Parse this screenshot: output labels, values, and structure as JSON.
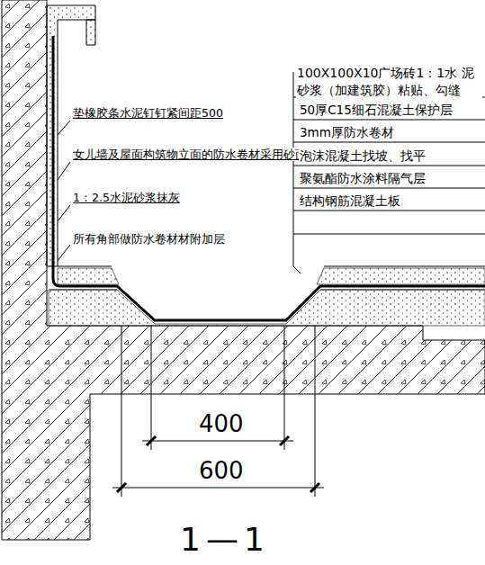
{
  "diagram": {
    "title": "1—1",
    "labels": [
      "垫橡胶条水泥钉钉紧间距500",
      "女儿墙及屋面构筑物立面的防水卷材采用砂面",
      "1：2.5水泥砂浆抹灰",
      "所有角部做防水卷材材附加层",
      "100X100X10广场砖1：1水 泥砂浆（加建筑胶）粘贴、勾缝",
      "50厚C15细石混凝土保护层",
      "3mm厚防水卷材",
      "泡沫混凝土找坡、找平",
      "聚氨酯防水涂料隔气层",
      "结构钢筋混凝土板",
      "400",
      "600"
    ]
  }
}
